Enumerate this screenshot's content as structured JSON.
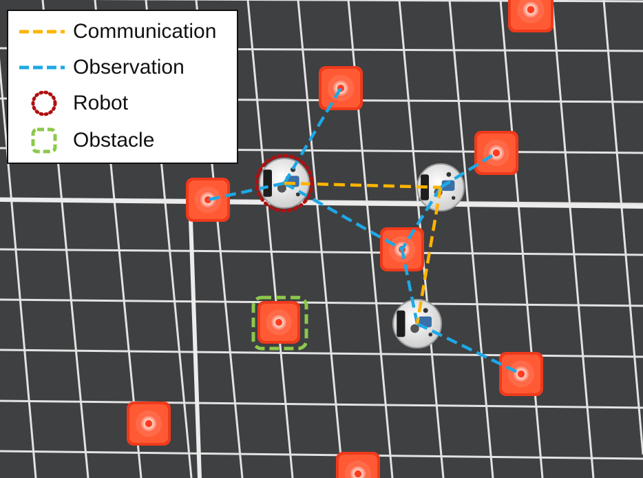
{
  "legend": {
    "items": [
      {
        "key": "dashed-line",
        "label": "Communication",
        "color": "#ffb400"
      },
      {
        "key": "dashed-line",
        "label": "Observation",
        "color": "#1ea8e6"
      },
      {
        "key": "dotted-circle",
        "label": "Robot",
        "color": "#b01010"
      },
      {
        "key": "dashed-square",
        "label": "Obstacle",
        "color": "#8cc84b"
      }
    ]
  },
  "colors": {
    "floor": "#3f4042",
    "grid_line": "#e6e6e6",
    "cone": "#ff4a2a",
    "cone_base": "#ef3a1c",
    "robot_body": "#eeeeee"
  },
  "icons": [
    "traffic-cone-icon",
    "robot-icon"
  ]
}
